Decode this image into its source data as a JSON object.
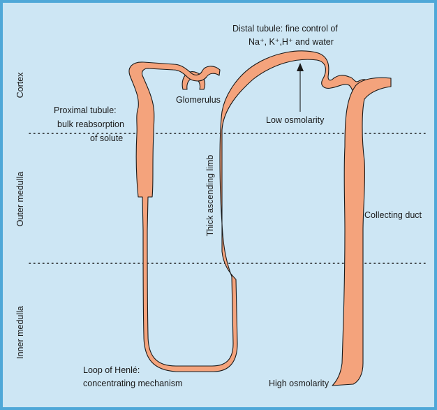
{
  "colors": {
    "frame_border": "#4fa8d8",
    "background": "#cde6f4",
    "tubule_fill": "#f4a37c",
    "outline": "#1a1a1a"
  },
  "zones": {
    "cortex": "Cortex",
    "outer_medulla": "Outer medulla",
    "inner_medulla": "Inner medulla"
  },
  "labels": {
    "glomerulus": "Glomerulus",
    "proximal_line1": "Proximal tubule:",
    "proximal_line2": "bulk reabsorption",
    "proximal_line3": "of solute",
    "distal_line1": "Distal tubule: fine control of",
    "distal_line2": "Na⁺, K⁺,H⁺ and water",
    "low_osmolarity": "Low osmolarity",
    "thick_ascending_limb": "Thick ascending limb",
    "collecting_duct": "Collecting duct",
    "loop_line1": "Loop of Henlé:",
    "loop_line2": "concentrating mechanism",
    "high_osmolarity": "High osmolarity"
  }
}
